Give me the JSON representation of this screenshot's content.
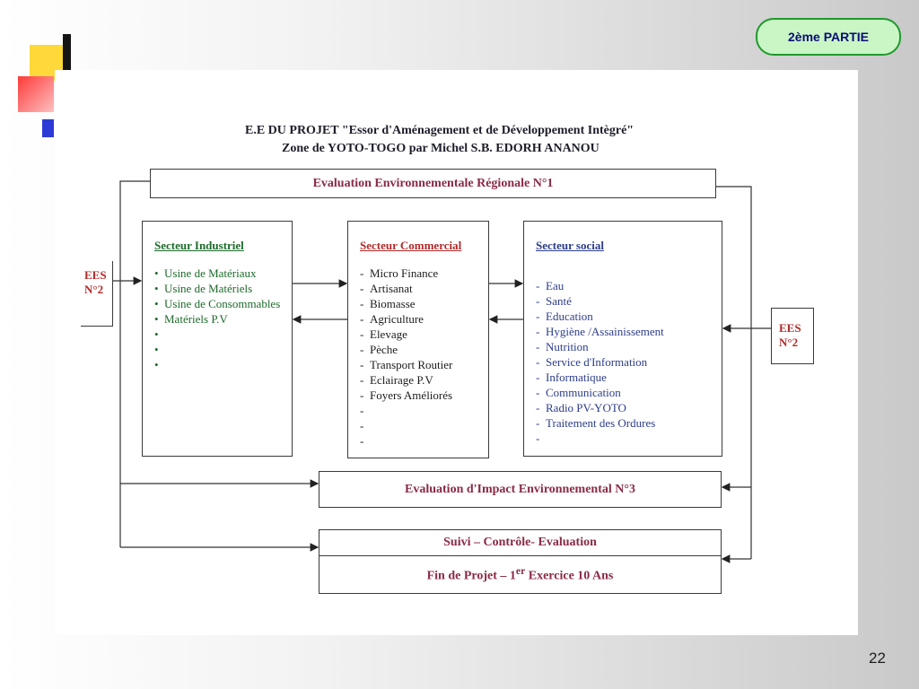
{
  "slide": {
    "badge": "2ème PARTIE",
    "page_number": "22"
  },
  "document": {
    "title_line1": "E.E DU PROJET \"Essor d'Aménagement et de Développement Intègré\"",
    "title_line2": "Zone de YOTO-TOGO par Michel S.B. EDORH ANANOU",
    "eval_regional": "Evaluation Environnementale Régionale N°1",
    "eval_impact": "Evaluation d'Impact Environnemental N°3",
    "suivi": "Suivi – Contrôle- Evaluation",
    "fin_projet_prefix": "Fin de Projet – 1",
    "fin_projet_sup": "er",
    "fin_projet_suffix": " Exercice 10 Ans",
    "ees_left_line1": "EES",
    "ees_left_line2": "N°2",
    "ees_right_line1": "EES",
    "ees_right_line2": "N°2",
    "sectors": {
      "industriel": {
        "title": "Secteur Industriel",
        "items": [
          {
            "marker": "•",
            "text": "Usine de Matériaux"
          },
          {
            "marker": "•",
            "text": "Usine de Matériels"
          },
          {
            "marker": "•",
            "text": "Usine de Consommables"
          },
          {
            "marker": "•",
            "text": "Matériels  P.V"
          },
          {
            "marker": "•",
            "text": ""
          },
          {
            "marker": "•",
            "text": ""
          },
          {
            "marker": "•",
            "text": ""
          }
        ]
      },
      "commercial": {
        "title": "Secteur Commercial",
        "items": [
          {
            "marker": "-",
            "text": "Micro Finance"
          },
          {
            "marker": "-",
            "text": "Artisanat"
          },
          {
            "marker": "-",
            "text": "Biomasse"
          },
          {
            "marker": "-",
            "text": "Agriculture"
          },
          {
            "marker": "-",
            "text": "Elevage"
          },
          {
            "marker": "-",
            "text": "Pèche"
          },
          {
            "marker": "-",
            "text": "Transport Routier"
          },
          {
            "marker": "-",
            "text": "Eclairage P.V"
          },
          {
            "marker": "-",
            "text": "Foyers Améliorés"
          },
          {
            "marker": "-",
            "text": ""
          },
          {
            "marker": "-",
            "text": ""
          },
          {
            "marker": "-",
            "text": ""
          }
        ]
      },
      "social": {
        "title": "Secteur  social",
        "items": [
          {
            "marker": "-",
            "text": "Eau"
          },
          {
            "marker": "-",
            "text": "Santé"
          },
          {
            "marker": "-",
            "text": "Education"
          },
          {
            "marker": "-",
            "text": "Hygiène /Assainissement"
          },
          {
            "marker": "-",
            "text": "Nutrition"
          },
          {
            "marker": "-",
            "text": "Service d'Information"
          },
          {
            "marker": "-",
            "text": "Informatique"
          },
          {
            "marker": "-",
            "text": "Communication"
          },
          {
            "marker": "-",
            "text": "Radio PV-YOTO"
          },
          {
            "marker": "-",
            "text": "Traitement des Ordures"
          },
          {
            "marker": "-",
            "text": ""
          }
        ]
      }
    }
  }
}
